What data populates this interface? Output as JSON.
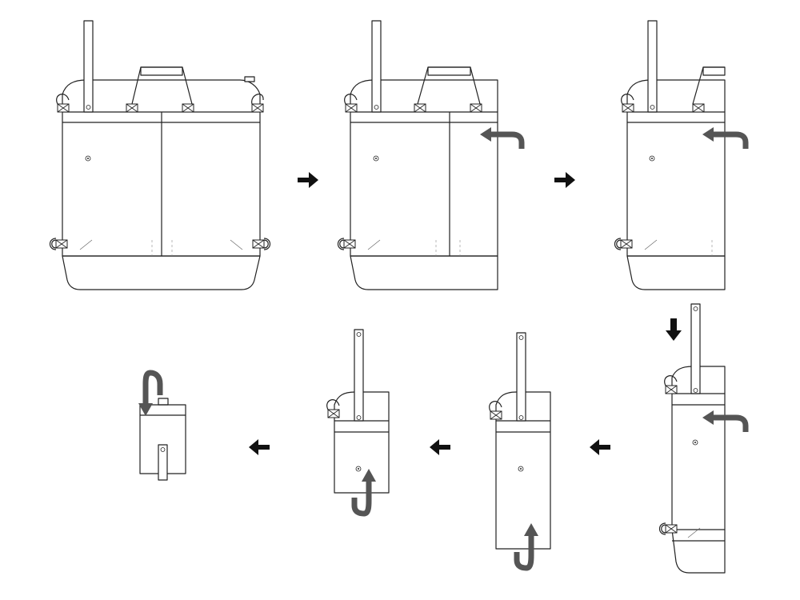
{
  "diagram": {
    "steps": [
      {
        "name": "step-1-open-bag"
      },
      {
        "name": "step-2-fold-right-panel"
      },
      {
        "name": "step-3-right-panel-folded"
      },
      {
        "name": "step-4-fold-handle-down"
      },
      {
        "name": "step-5-fold-bottom-up"
      },
      {
        "name": "step-6-fold-bottom-up-again"
      },
      {
        "name": "step-7-fold-top-down"
      }
    ],
    "flow_arrows": [
      "right",
      "right",
      "left",
      "left",
      "left"
    ],
    "arrow_color": "#555555",
    "line_color": "#222222",
    "icons": {
      "flow_arrow": "black-arrow-icon",
      "fold_arrow": "curved-fold-arrow-icon",
      "down_arrow": "down-arrow-icon"
    }
  }
}
